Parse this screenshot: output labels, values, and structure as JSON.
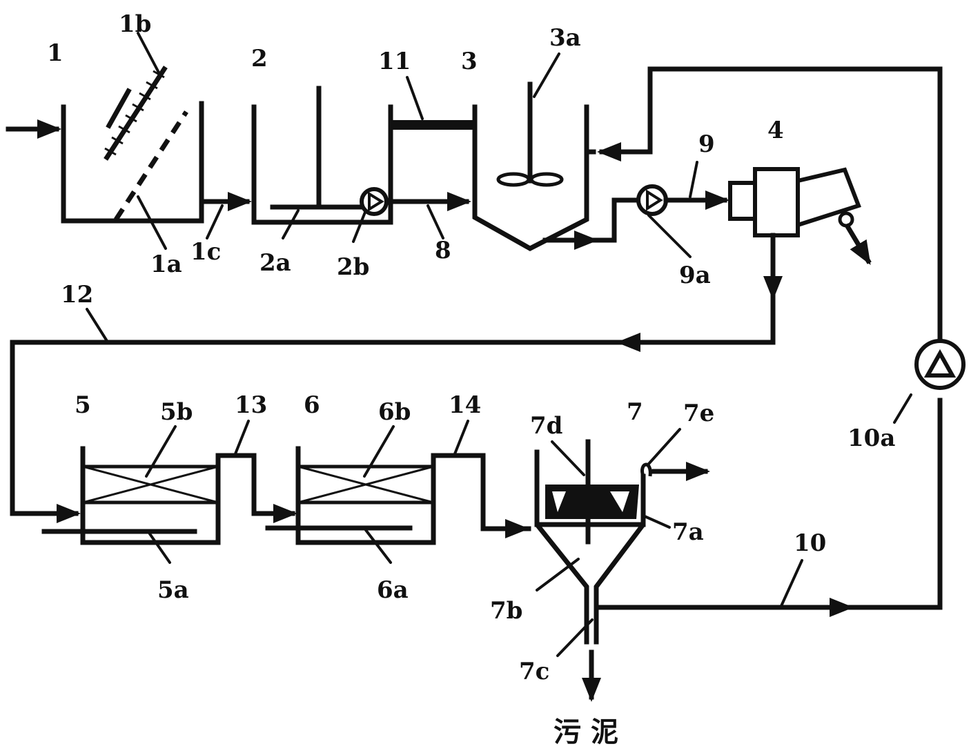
{
  "labels": {
    "l1": "1",
    "l1a": "1a",
    "l1b": "1b",
    "l1c": "1c",
    "l2": "2",
    "l2a": "2a",
    "l2b": "2b",
    "l3": "3",
    "l3a": "3a",
    "l4": "4",
    "l5": "5",
    "l5a": "5a",
    "l5b": "5b",
    "l6": "6",
    "l6a": "6a",
    "l6b": "6b",
    "l7": "7",
    "l7a": "7a",
    "l7b": "7b",
    "l7c": "7c",
    "l7d": "7d",
    "l7e": "7e",
    "l8": "8",
    "l9": "9",
    "l9a": "9a",
    "l10": "10",
    "l10a": "10a",
    "l11": "11",
    "l12": "12",
    "l13": "13",
    "l14": "14",
    "sludge": "污泥"
  }
}
